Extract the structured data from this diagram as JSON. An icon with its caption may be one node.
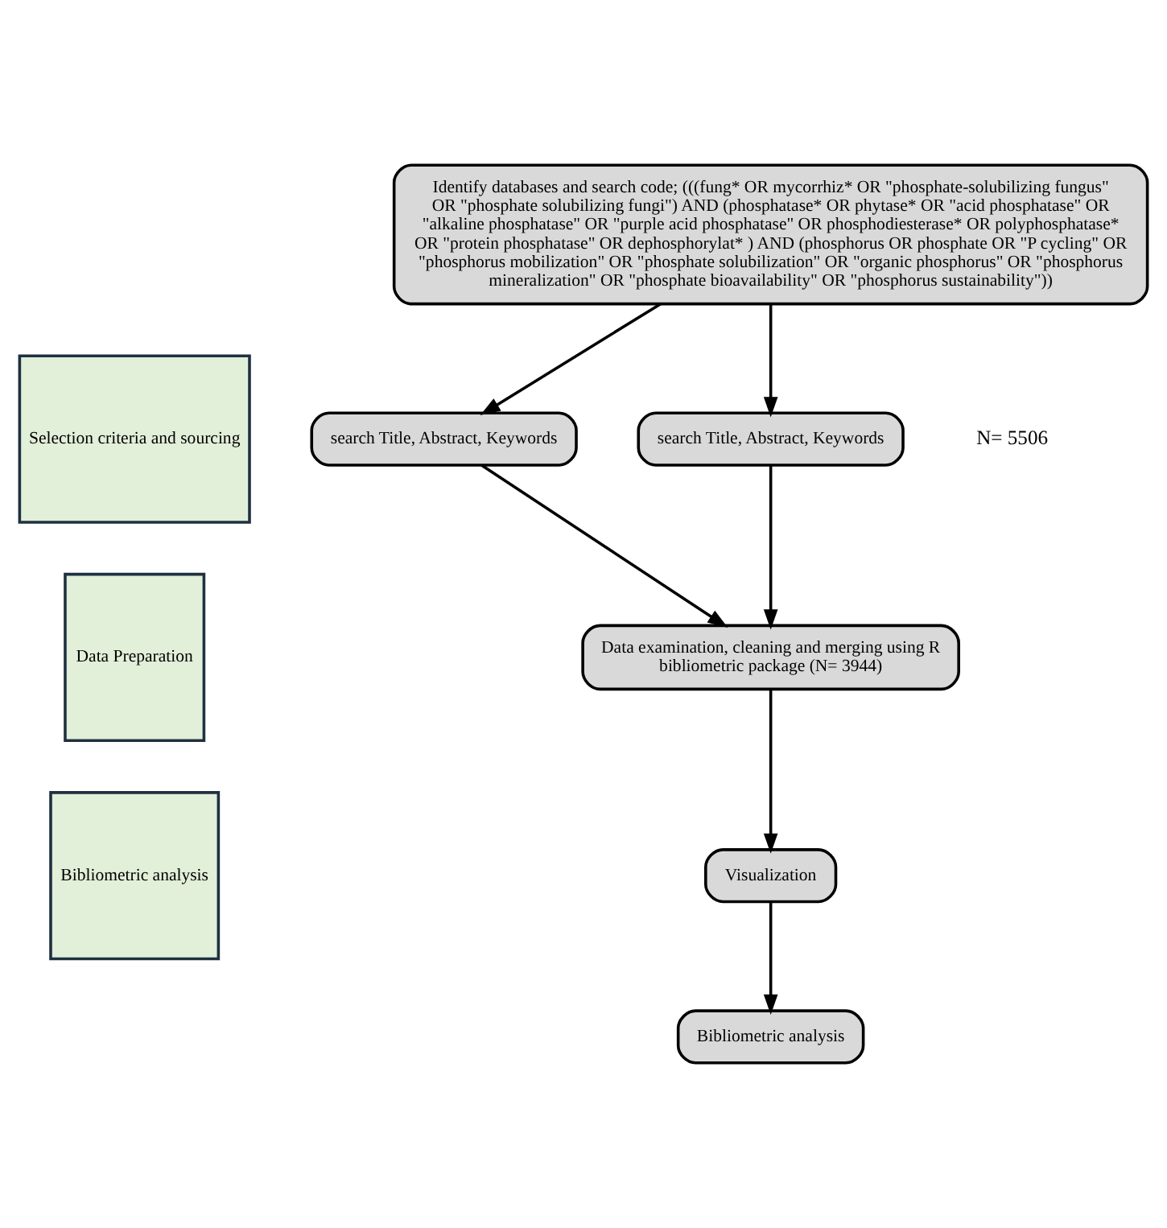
{
  "diagram": {
    "nodes": [
      {
        "text": [
          "Selection criteria and sourcing"
        ]
      },
      {
        "text": [
          "Data Preparation"
        ]
      },
      {
        "text": [
          "Bibliometric analysis"
        ]
      },
      {
        "text": [
          "Identify databases and search code; (((fung* OR mycorrhiz* OR \"phosphate-solubilizing fungus\" OR \"phosphate solubilizing fungi\") AND (phosphatase* OR phytase* OR \"acid phosphatase\" OR \"alkaline phosphatase\" OR \"purple acid phosphatase\" OR phosphodiesterase* OR polyphosphatase* OR \"protein phosphatase\" OR dephosphorylat* ) AND (phosphorus OR phosphate OR \"P cycling\" OR \"phosphorus mobilization\" OR \"phosphate solubilization\" OR \"organic phosphorus\" OR \"phosphorus mineralization\" OR \"phosphate bioavailability\" OR \"phosphorus sustainability\"))"
        ]
      },
      {
        "text": [
          "search Title, Abstract, Keywords"
        ]
      },
      {
        "text": [
          "search Title, Abstract, Keywords"
        ]
      },
      {
        "text": [
          "Data examination, cleaning and merging using R bibliometric package (N= 3944)"
        ]
      },
      {
        "text": [
          "Visualization"
        ]
      },
      {
        "text": [
          "Bibliometric analysis"
        ]
      }
    ],
    "edges": [
      {
        "from": 3,
        "to": 4,
        "arrow": "to"
      },
      {
        "from": 3,
        "to": 5,
        "arrow": "to"
      },
      {
        "from": 4,
        "to": 6,
        "arrow": "to"
      },
      {
        "from": 5,
        "to": 6,
        "arrow": "to"
      },
      {
        "from": 6,
        "to": 7,
        "arrow": "to"
      },
      {
        "from": 7,
        "to": 8,
        "arrow": "to"
      }
    ],
    "labels": [
      "N= 5506"
    ]
  }
}
